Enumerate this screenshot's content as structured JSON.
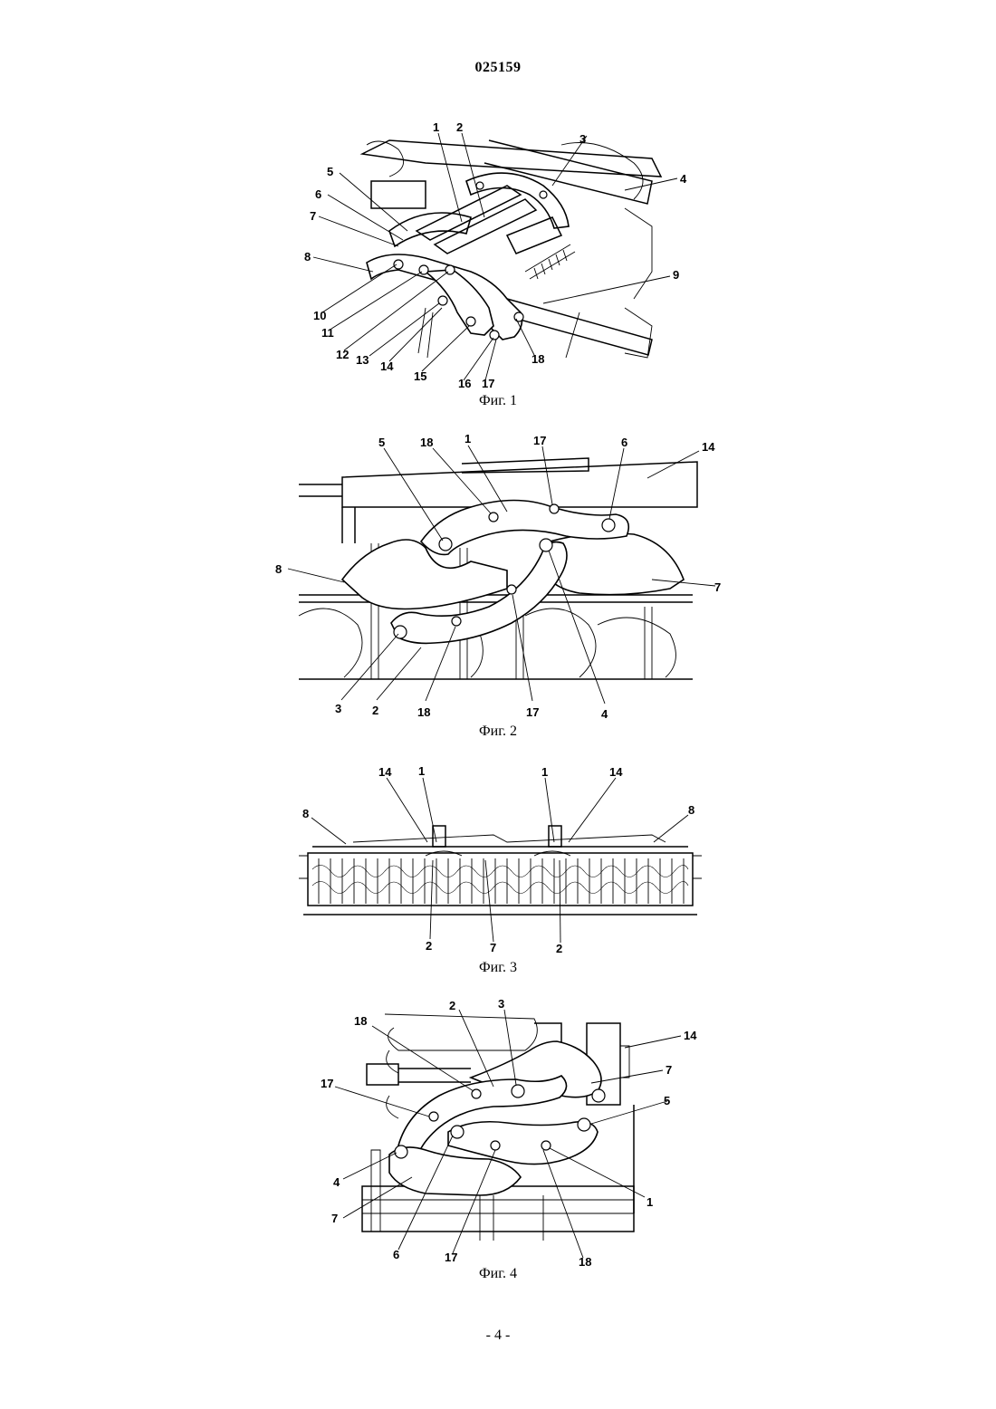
{
  "document_number": "025159",
  "page_number": "- 4 -",
  "figures": [
    {
      "caption": "Фиг. 1",
      "labels": [
        "1",
        "2",
        "3",
        "4",
        "5",
        "6",
        "7",
        "8",
        "9",
        "10",
        "11",
        "12",
        "13",
        "14",
        "15",
        "16",
        "17",
        "18"
      ]
    },
    {
      "caption": "Фиг. 2",
      "labels": [
        "5",
        "18",
        "1",
        "17",
        "6",
        "14",
        "8",
        "7",
        "3",
        "2",
        "18",
        "17",
        "4"
      ]
    },
    {
      "caption": "Фиг. 3",
      "labels": [
        "14",
        "1",
        "1",
        "14",
        "8",
        "8",
        "2",
        "7",
        "2"
      ]
    },
    {
      "caption": "Фиг. 4",
      "labels": [
        "2",
        "3",
        "18",
        "14",
        "7",
        "17",
        "5",
        "4",
        "1",
        "7",
        "6",
        "17",
        "18"
      ]
    }
  ]
}
